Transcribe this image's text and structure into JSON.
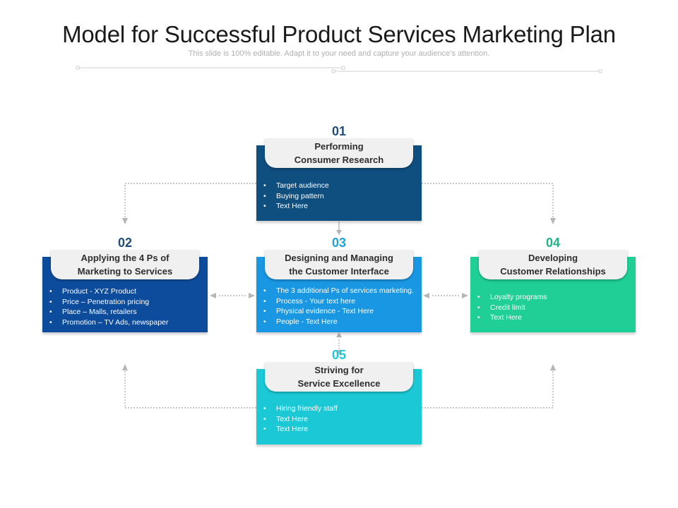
{
  "title": "Model for Successful Product Services Marketing Plan",
  "subtitle": "This slide is 100% editable. Adapt it to your need and capture your audience’s attention.",
  "colors": {
    "box1": "#0f4f80",
    "box2": "#0d4c9c",
    "box3": "#1a97e3",
    "box4": "#1fcf96",
    "box5": "#1bc9d6",
    "num1": "#1f4e79",
    "num2": "#1f4e79",
    "num3": "#1ea3dc",
    "num4": "#1fb385",
    "num5": "#1bc9d6",
    "connector": "#b5b5b5"
  },
  "boxes": [
    {
      "number": "01",
      "title_line1": "Performing",
      "title_line2": "Consumer Research",
      "items": [
        "Target audience",
        "Buying pattern",
        "Text Here"
      ]
    },
    {
      "number": "02",
      "title_line1": "Applying the 4 Ps of",
      "title_line2": "Marketing to Services",
      "items": [
        "Product - XYZ Product",
        "Price – Penetration pricing",
        "Place – Malls,  retailers",
        "Promotion – TV Ads, newspaper"
      ]
    },
    {
      "number": "03",
      "title_line1": "Designing and Managing",
      "title_line2": "the Customer Interface",
      "items": [
        "The 3 additional  Ps of services marketing.",
        "Process - Your text here",
        "Physical evidence - Text Here",
        "People - Text Here"
      ]
    },
    {
      "number": "04",
      "title_line1": "Developing",
      "title_line2": "Customer Relationships",
      "items": [
        "Loyalty programs",
        "Credit limit",
        "Text Here"
      ]
    },
    {
      "number": "05",
      "title_line1": "Striving for",
      "title_line2": "Service Excellence",
      "items": [
        "Hiring friendly staff",
        "Text Here",
        "Text Here"
      ]
    }
  ]
}
